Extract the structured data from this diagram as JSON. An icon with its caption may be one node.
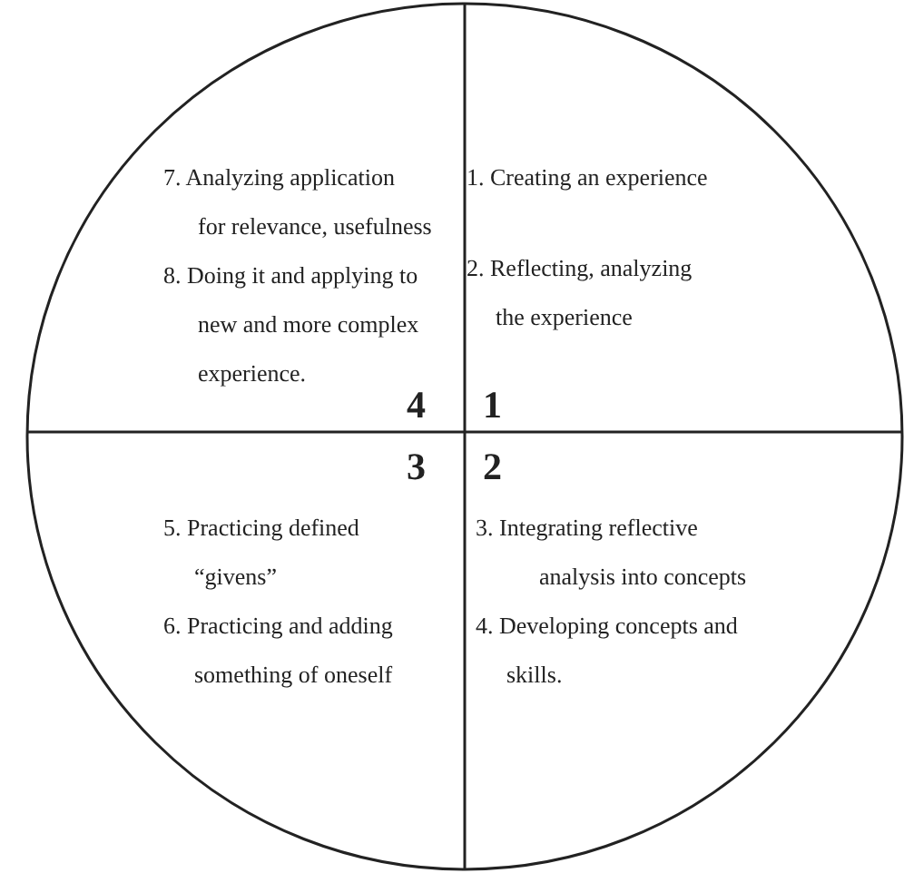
{
  "diagram": {
    "nodes": [
      {
        "text": [],
        "shape": "circle"
      },
      {
        "text": [
          "7. Analyzing application for relevance, usefulness",
          "8. Doing it and applying to new and more complex experience.",
          "4"
        ],
        "in": 0
      },
      {
        "text": [
          "1. Creating an experience",
          "2. Reflecting, analyzing the experience",
          "1"
        ],
        "in": 0
      },
      {
        "text": [
          "3",
          "5. Practicing defined “givens”",
          "6. Practicing and adding something of oneself"
        ],
        "in": 0
      },
      {
        "text": [
          "2",
          "3. Integrating reflective analysis into concepts",
          "4. Developing concepts and skills."
        ],
        "in": 0
      }
    ]
  }
}
